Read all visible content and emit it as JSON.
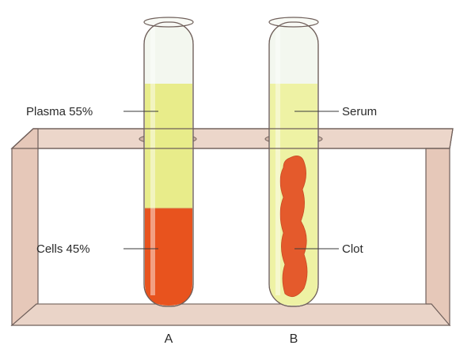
{
  "figure": {
    "labels": {
      "plasma": "Plasma 55%",
      "cells": "Cells 45%",
      "serum": "Serum",
      "clot": "Clot"
    },
    "tubes": [
      {
        "id": "A",
        "caption": "A",
        "plasma_fraction": 0.55,
        "cells_fraction": 0.45
      },
      {
        "id": "B",
        "caption": "B"
      }
    ],
    "colors": {
      "plasma": "#e8ec8a",
      "cells": "#e8531e",
      "clot": "#e45a2c",
      "rack": "#e9cfc2",
      "glass": "#f3f7ef",
      "outline": "#6f5f5a"
    }
  }
}
